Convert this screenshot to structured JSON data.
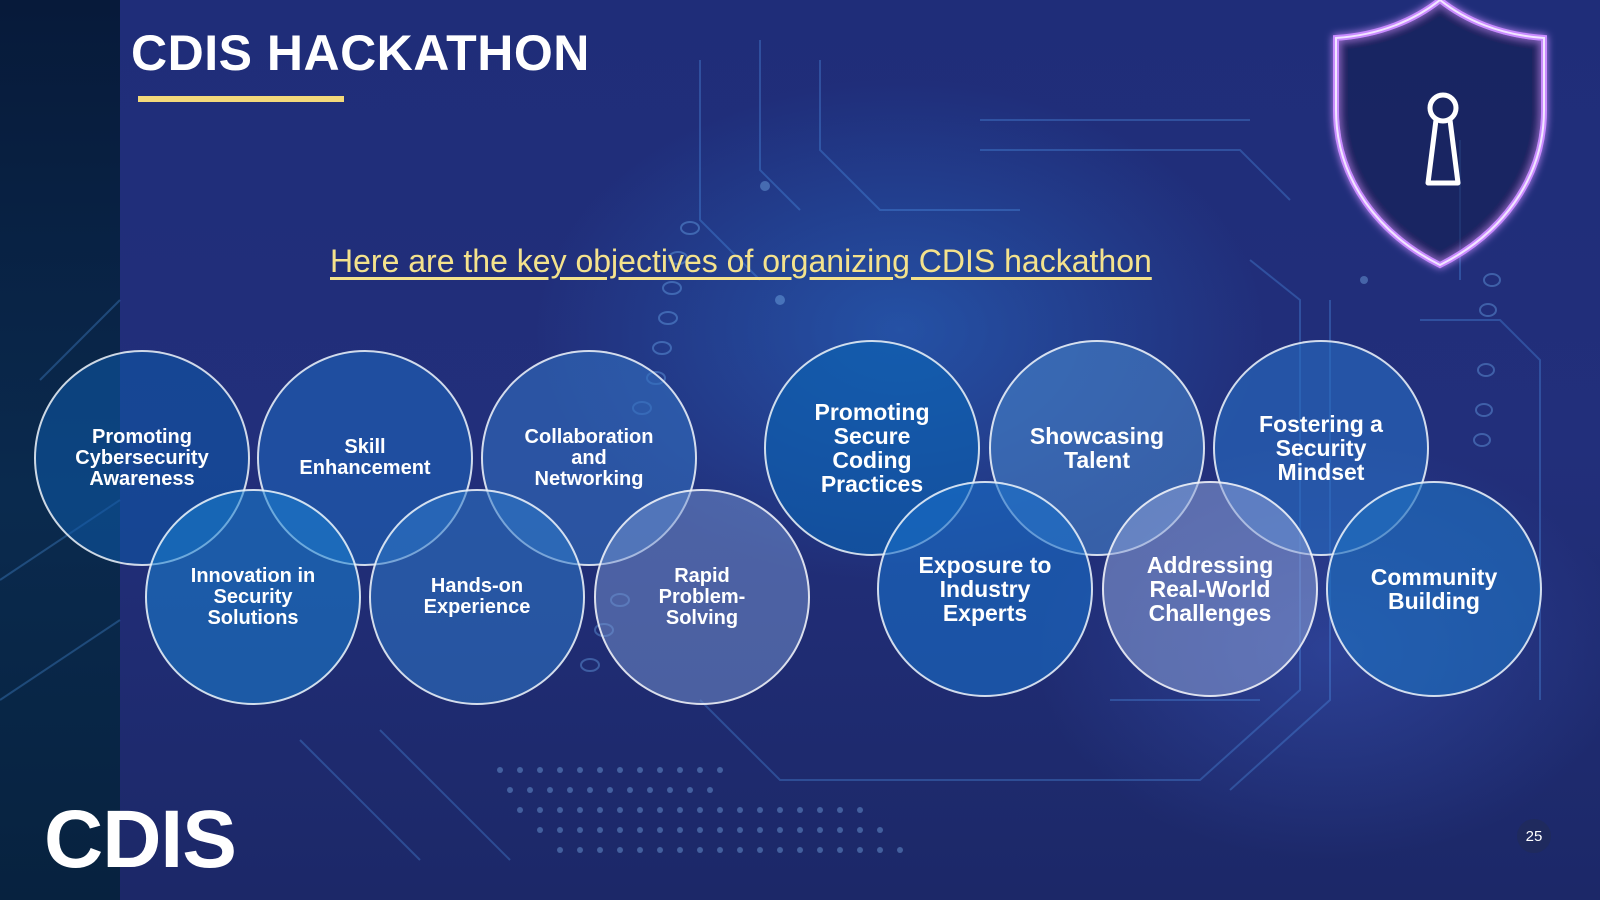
{
  "slide": {
    "title": "CDIS HACKATHON",
    "subtitle": " Here are the key objectives of organizing CDIS hackathon",
    "logo_text": "CDIS",
    "page_number": "25"
  },
  "objectives": [
    "Promoting Cybersecurity Awareness",
    "Skill Enhancement",
    "Collaboration and Networking",
    "Innovation in Security Solutions",
    "Hands-on Experience",
    "Rapid Problem-Solving",
    "Promoting Secure Coding Practices",
    "Showcasing Talent",
    "Fostering a Security Mindset",
    "Exposure to Industry Experts",
    "Addressing Real-World Challenges",
    "Community Building"
  ],
  "icons": [
    "shield-lock-icon"
  ],
  "colors": {
    "background": "#1f2d79",
    "accent_yellow": "#f3d97a",
    "subtitle_yellow": "#f4e28c",
    "shield_glow": "#c98cff"
  }
}
